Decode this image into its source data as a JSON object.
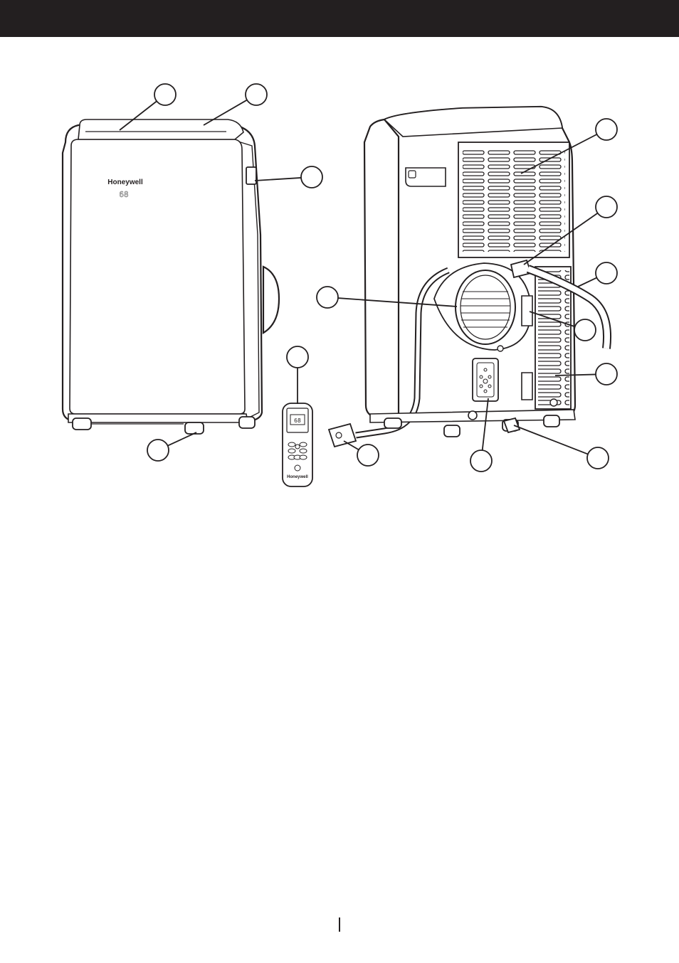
{
  "header": {
    "color": "#231f20"
  },
  "front_unit": {
    "brand": "Honeywell",
    "display": "68"
  },
  "remote": {
    "brand": "Honeywell",
    "display": "68"
  },
  "callouts": [
    {
      "name": "callout-top-cover-left"
    },
    {
      "name": "callout-top-cover-right"
    },
    {
      "name": "callout-side-handle"
    },
    {
      "name": "callout-front-wheel"
    },
    {
      "name": "callout-remote-control"
    },
    {
      "name": "callout-upper-air-filter"
    },
    {
      "name": "callout-drain-hose-connector"
    },
    {
      "name": "callout-drain-hose"
    },
    {
      "name": "callout-exhaust-outlet"
    },
    {
      "name": "callout-cord-hook-upper"
    },
    {
      "name": "callout-power-plug"
    },
    {
      "name": "callout-lower-air-filter"
    },
    {
      "name": "callout-rear-control-pad"
    },
    {
      "name": "callout-bottom-drain-port"
    }
  ]
}
